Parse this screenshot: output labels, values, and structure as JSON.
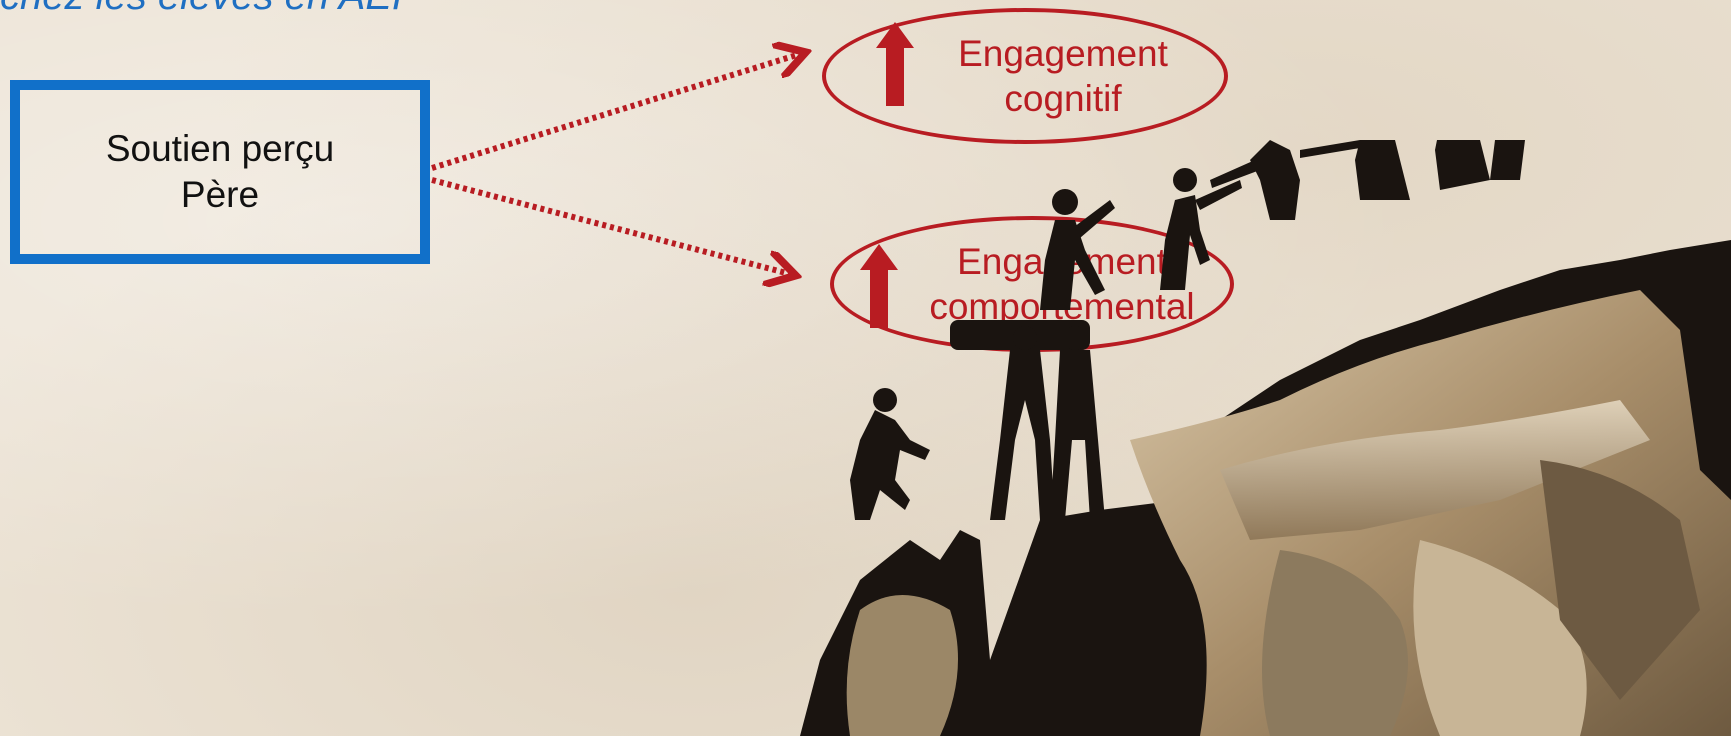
{
  "header": {
    "title": "chez les élèves en AEP"
  },
  "diagram": {
    "source": {
      "line1": "Soutien perçu",
      "line2": "Père"
    },
    "targets": [
      {
        "line1": "Engagement",
        "line2": "cognitif"
      },
      {
        "line1": "Engagement",
        "line2": "comportemental"
      }
    ],
    "arrow_icon": "up-arrow-icon",
    "scene_icon": "climbers-illustration"
  },
  "colors": {
    "title": "#1f6fc2",
    "box_border": "#1170c9",
    "accent_red": "#b81c22",
    "background": "#ece3d5"
  }
}
